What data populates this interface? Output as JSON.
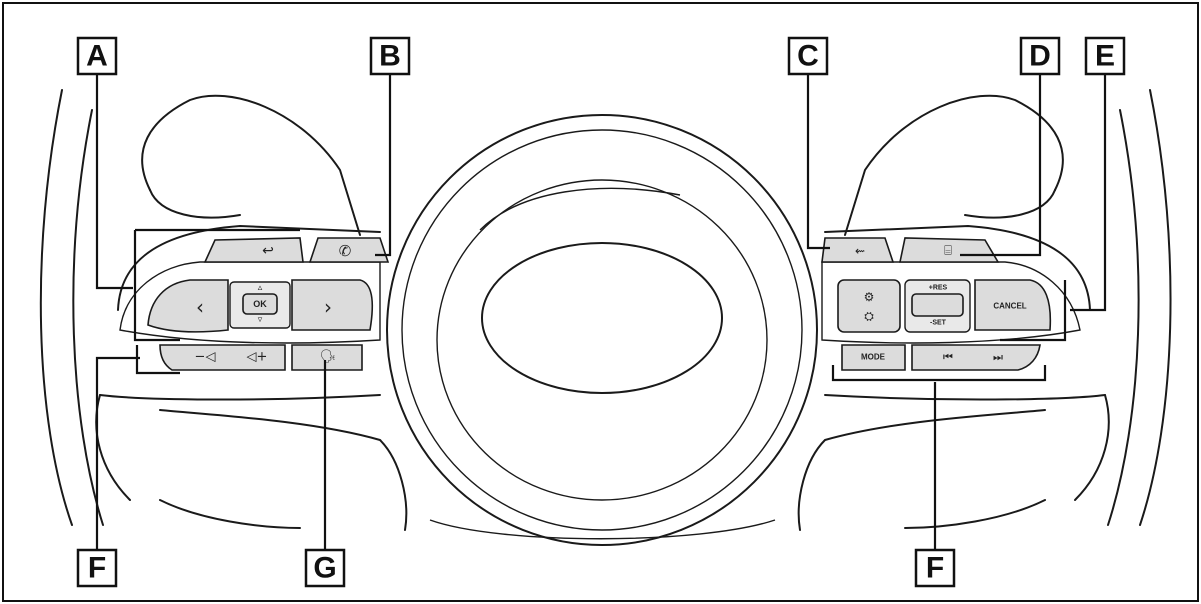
{
  "labels": {
    "A": "A",
    "B": "B",
    "C": "C",
    "D": "D",
    "E": "E",
    "F_left": "F",
    "G": "G",
    "F_right": "F"
  },
  "buttons": {
    "ok": "OK",
    "mode": "MODE",
    "cancel": "CANCEL",
    "res": "+RES",
    "set": "-SET"
  }
}
